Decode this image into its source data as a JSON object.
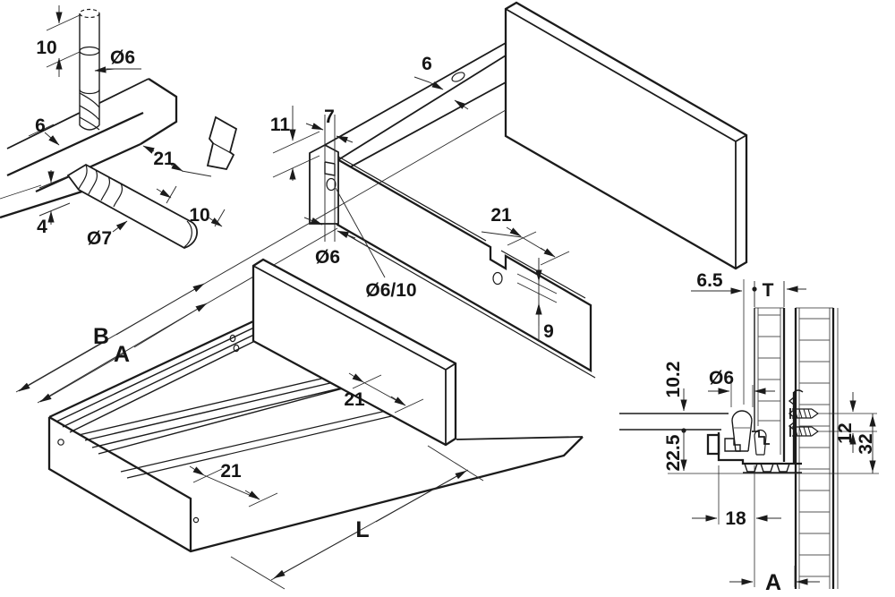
{
  "drawing": {
    "drill_detail": {
      "drill_depth": "10",
      "drill_dia": "Ø6",
      "edge_distance": "6",
      "groove_spacing": "21",
      "bottom_offset": "4",
      "side_drill_dia": "Ø7",
      "side_drill_depth": "10"
    },
    "rear_view": {
      "lip_width": "6",
      "groove_height": "11",
      "groove_width": "7",
      "hole_dia": "Ø6",
      "hole_dia_depth": "Ø6/10",
      "groove_offset": "21",
      "back_offset": "9"
    },
    "bottom_view": {
      "length_b": "B",
      "length_a": "A",
      "front_offset": "21",
      "groove_spacing": "21",
      "drawer_length": "L"
    },
    "section_view": {
      "edge_distance": "6.5",
      "panel_thickness": "T",
      "groove_depth": "10.2",
      "dowel_dia": "Ø6",
      "bottom_height": "22.5",
      "screw_spacing": "12",
      "system_spacing": "32",
      "front_offset": "18",
      "clearance": "A"
    }
  }
}
